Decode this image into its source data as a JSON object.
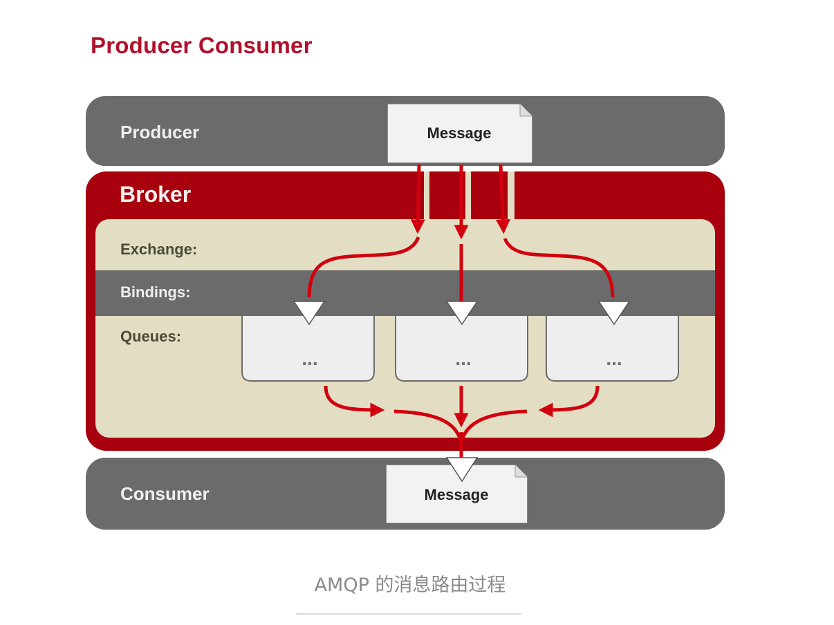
{
  "title": "Producer Consumer",
  "diagram": {
    "producer": {
      "label": "Producer",
      "message": "Message"
    },
    "broker": {
      "label": "Broker",
      "rows": {
        "exchange": "Exchange:",
        "bindings": "Bindings:",
        "queues": "Queues:"
      },
      "queues": [
        {
          "content": "..."
        },
        {
          "content": "..."
        },
        {
          "content": "..."
        }
      ]
    },
    "consumer": {
      "label": "Consumer",
      "message": "Message"
    }
  },
  "colors": {
    "title": "#b0102a",
    "lane_gray": "#6b6b6b",
    "broker_red": "#a8000c",
    "arrow_red": "#d2000f",
    "broker_inner": "#e3dec3",
    "message_fill": "#f2f2f2",
    "caption": "#8a8a8a"
  },
  "caption": "AMQP 的消息路由过程"
}
